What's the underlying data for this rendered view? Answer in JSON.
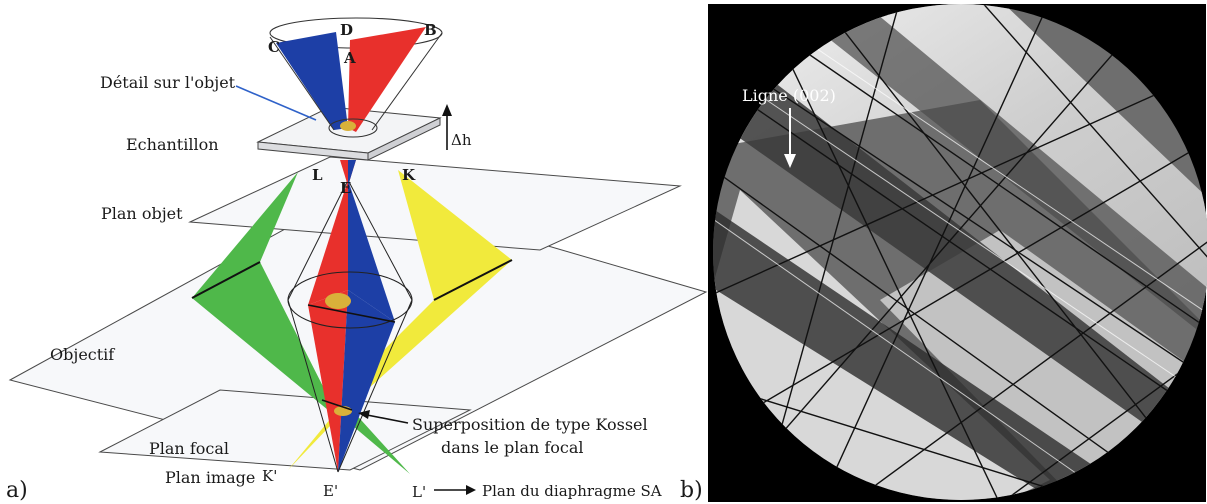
{
  "panel_a": {
    "tag": "a)",
    "labels": {
      "detail": "Détail sur l'objet",
      "echantillon": "Echantillon",
      "delta_h": "Δh",
      "plan_objet": "Plan objet",
      "objectif": "Objectif",
      "plan_focal": "Plan focal",
      "plan_image": "Plan image",
      "superposition_line1": "Superposition de type Kossel",
      "superposition_line2": "dans le plan focal",
      "plan_diaphragme": "Plan du diaphragme SA"
    },
    "points": {
      "A": "A",
      "B": "B",
      "C": "C",
      "D": "D",
      "E": "E",
      "K": "K",
      "L": "L",
      "E_prime": "E'",
      "K_prime": "K'",
      "L_prime": "L'"
    },
    "colors": {
      "red": "#e8302c",
      "blue": "#1d3fa6",
      "green": "#4fb84a",
      "yellow": "#f1ea3c",
      "gold": "#d9b13a",
      "leader_blue": "#2f62c9"
    }
  },
  "panel_b": {
    "tag": "b)",
    "annotation": "Ligne (002)"
  }
}
